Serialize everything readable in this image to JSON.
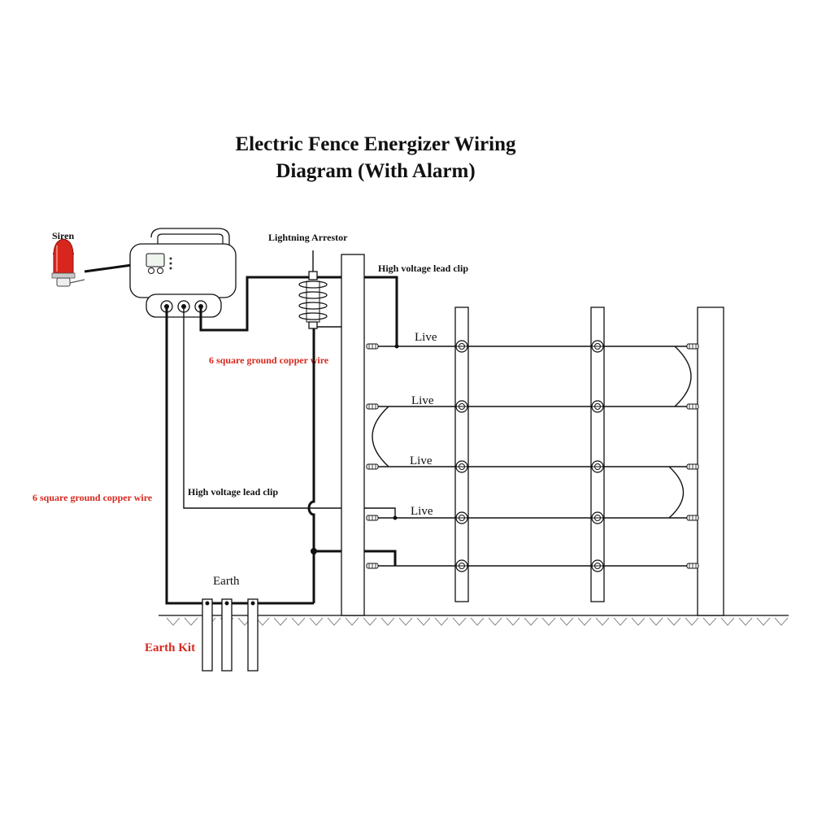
{
  "title": {
    "line1": "Electric Fence Energizer Wiring",
    "line2": "Diagram (With Alarm)"
  },
  "labels": {
    "siren": "Siren",
    "lightning_arrestor": "Lightning Arrestor",
    "hv_clip_top": "High voltage lead clip",
    "hv_clip_mid": "High voltage lead clip",
    "ground_wire_top": "6 square ground copper wire",
    "ground_wire_left": "6 square ground copper wire",
    "earth": "Earth",
    "earth_kit": "Earth Kit",
    "live_1": "Live",
    "live_2": "Live",
    "live_3": "Live",
    "live_4": "Live"
  },
  "colors": {
    "line": "#111111",
    "red_label": "#d6281f",
    "siren_red": "#d8261e"
  },
  "icons": [
    "siren-icon",
    "energizer-icon",
    "lightning-arrestor-icon",
    "fence-post-icon",
    "insulator-icon",
    "earth-rod-icon"
  ]
}
